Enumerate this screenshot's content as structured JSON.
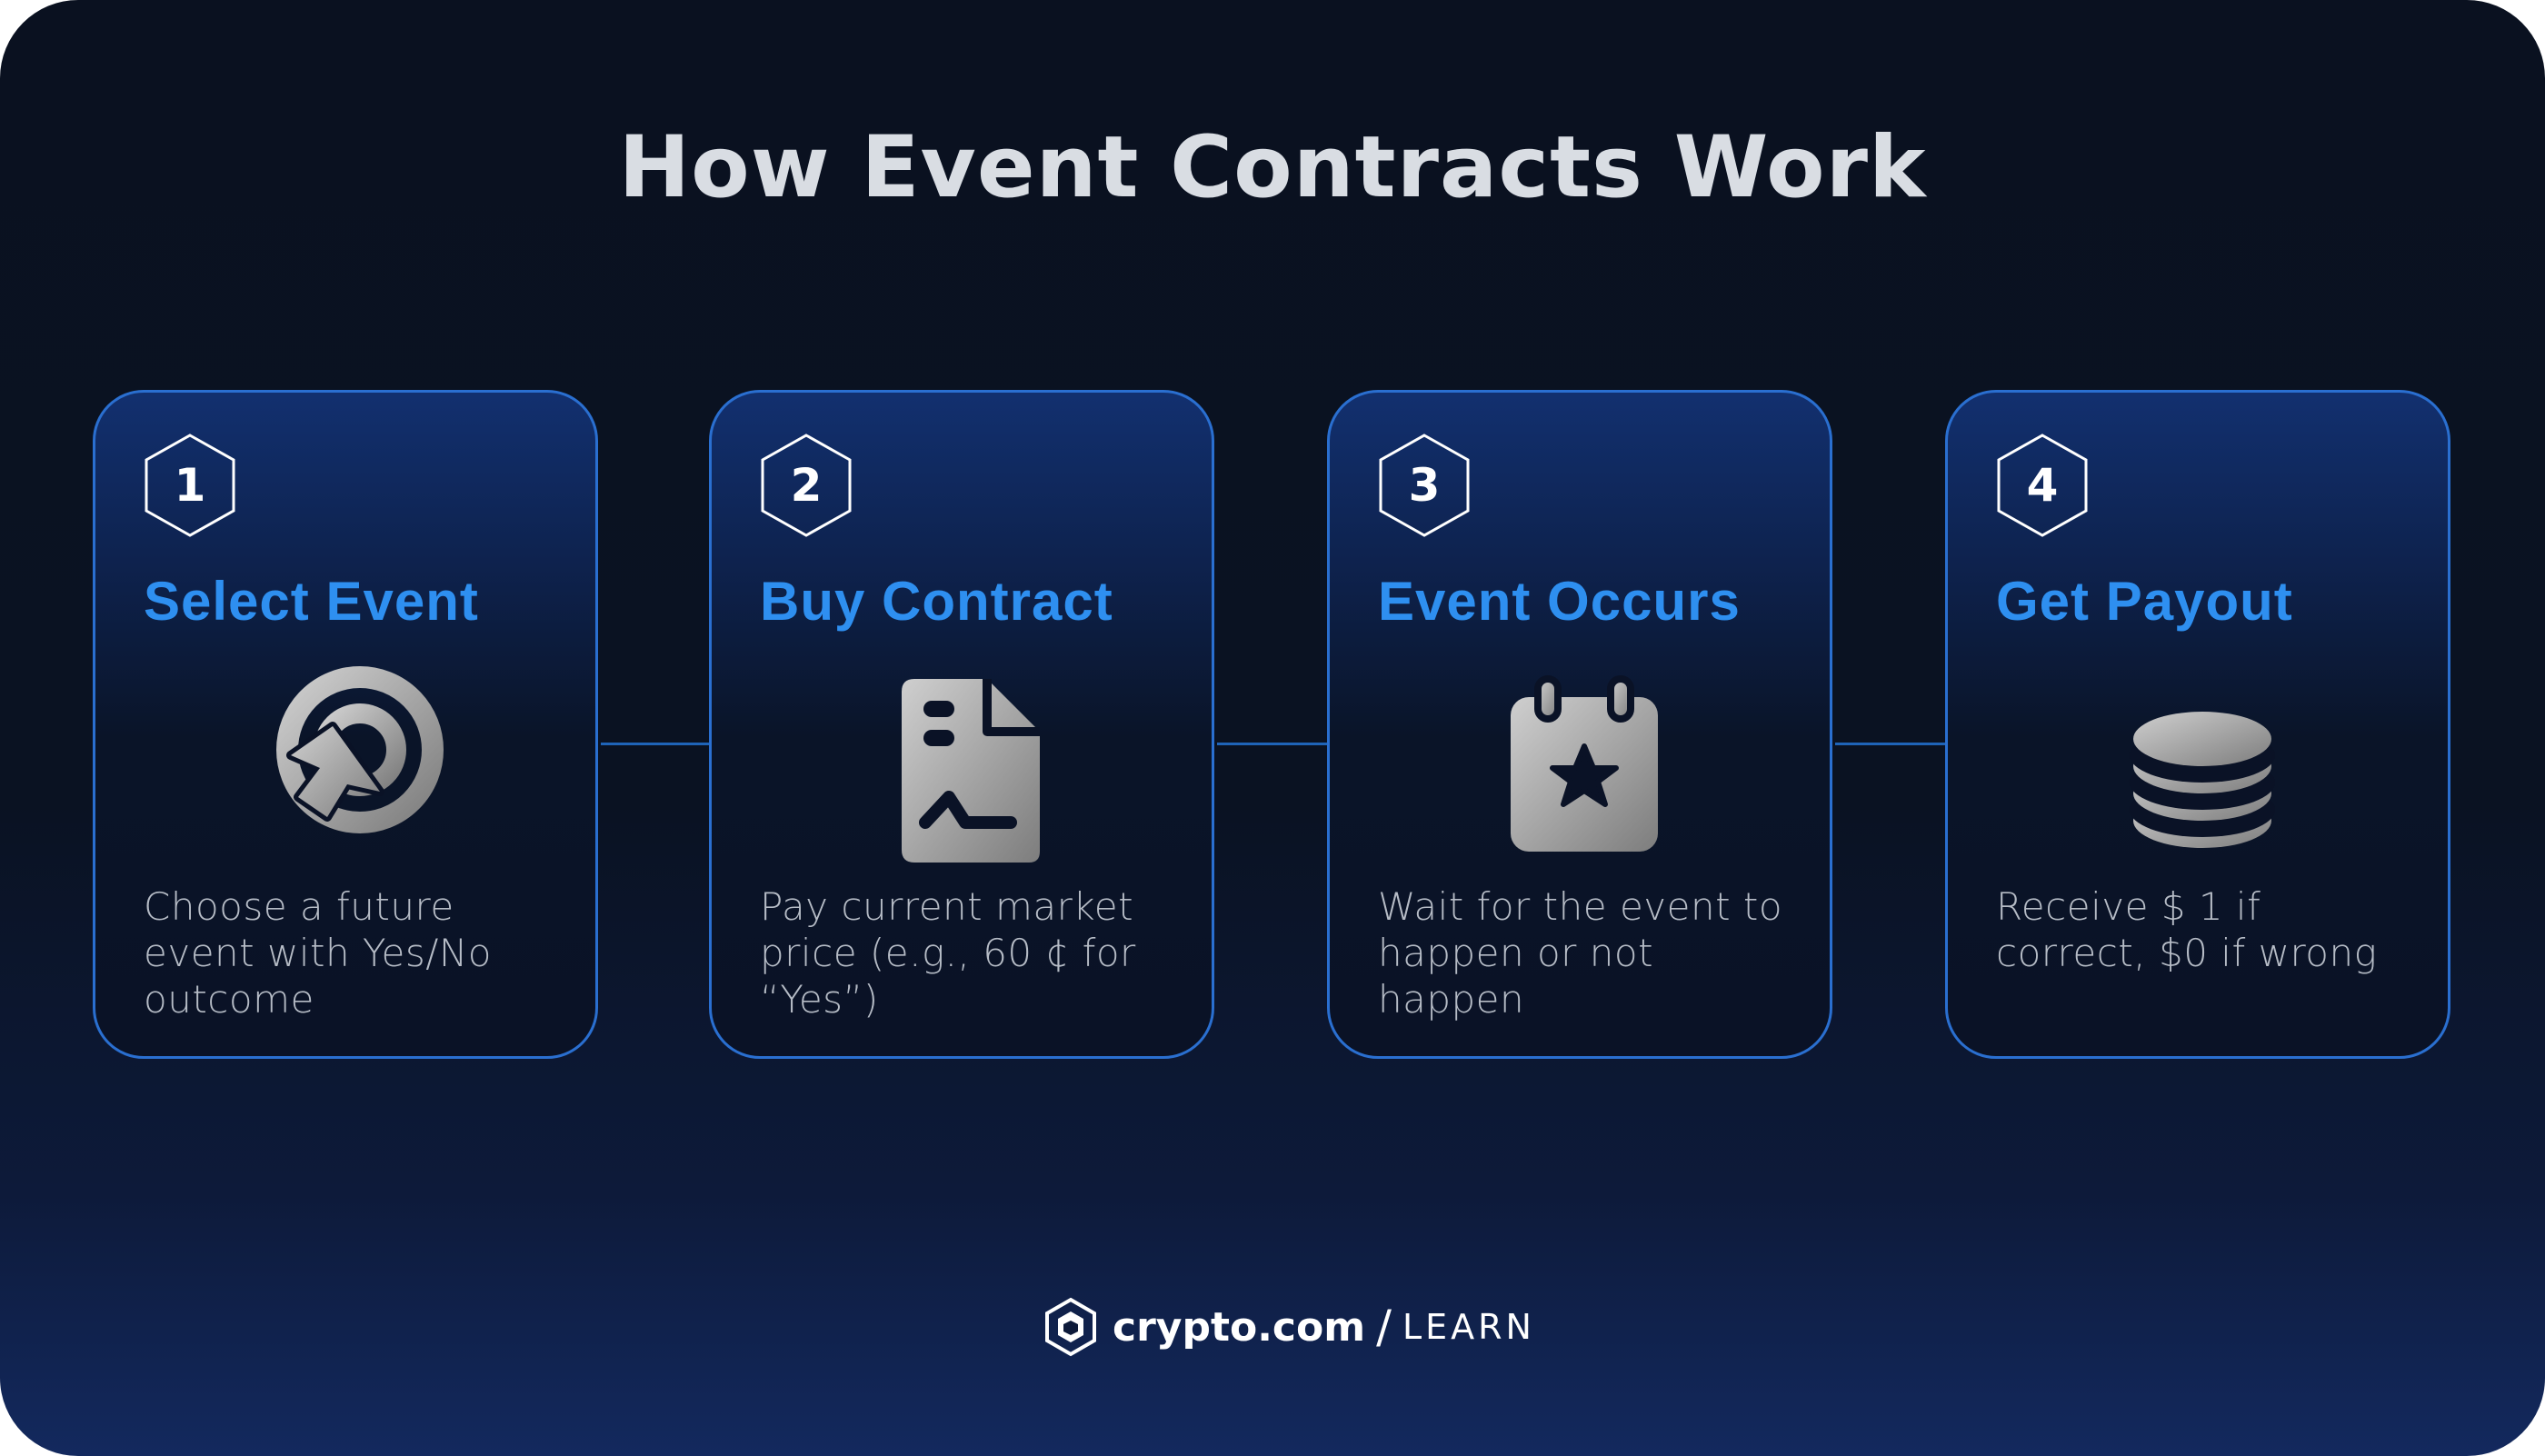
{
  "title": "How Event Contracts Work",
  "steps": [
    {
      "number": "1",
      "title": "Select Event",
      "description": "Choose a future event with Yes/No outcome",
      "icon": "target-click-icon"
    },
    {
      "number": "2",
      "title": "Buy Contract",
      "description": "Pay current market price (e.g., 60 ¢ for “Yes”)",
      "icon": "document-chart-icon"
    },
    {
      "number": "3",
      "title": "Event Occurs",
      "description": "Wait for the event to happen or not happen",
      "icon": "calendar-star-icon"
    },
    {
      "number": "4",
      "title": "Get Payout",
      "description": "Receive $ 1 if correct, $0 if wrong",
      "icon": "coin-stack-icon"
    }
  ],
  "footer": {
    "brand": "crypto.com",
    "separator": "/",
    "section": "LEARN"
  },
  "colors": {
    "accent": "#2e8ff0",
    "card_border": "#2a6fd0",
    "background": "#0a1120",
    "icon": "#9a9a9a"
  }
}
